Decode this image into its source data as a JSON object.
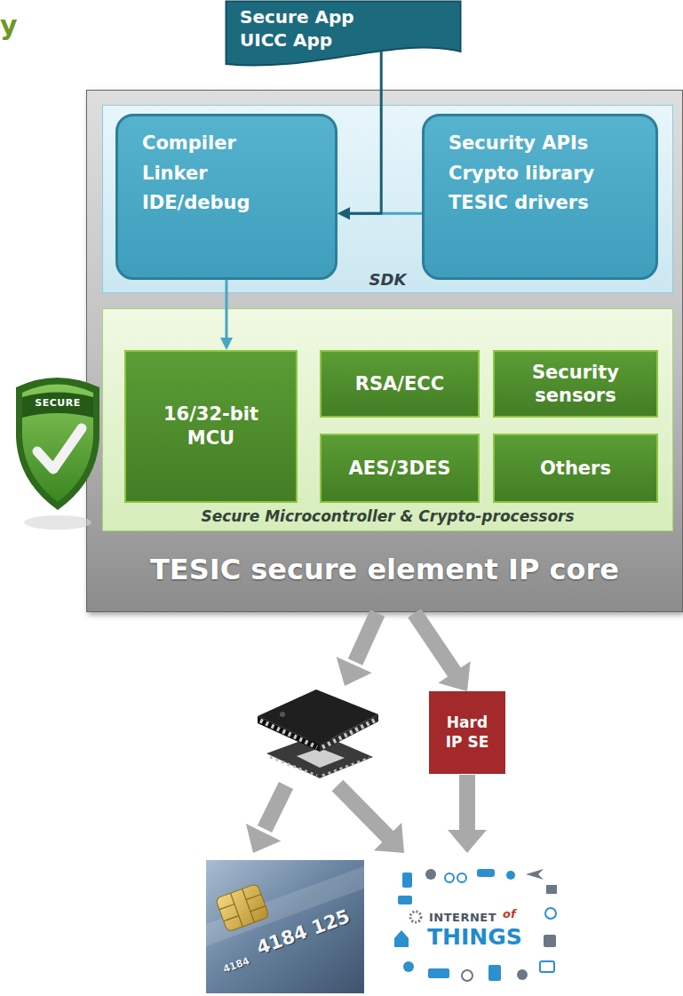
{
  "diagram": {
    "nodes": [
      {
        "text": [
          "Secure App UICC App"
        ]
      },
      {
        "text": [
          "TESIC secure element IP core"
        ]
      },
      {
        "text": [
          "SDK"
        ],
        "in": 1
      },
      {
        "text": [
          "Compiler Linker IDE/debug"
        ],
        "in": 2
      },
      {
        "text": [
          "Security APIs Crypto library TESIC drivers"
        ],
        "in": 2
      },
      {
        "text": [
          "Secure Microcontroller & Crypto-processors"
        ],
        "in": 1
      },
      {
        "text": [
          "16/32-bit MCU"
        ],
        "in": 5
      },
      {
        "text": [
          "RSA/ECC"
        ],
        "in": 5
      },
      {
        "text": [
          "Security sensors"
        ],
        "in": 5
      },
      {
        "text": [
          "AES/3DES"
        ],
        "in": 5
      },
      {
        "text": [
          "Others"
        ],
        "in": 5
      },
      {
        "text": [
          "Hard IP SE"
        ]
      }
    ],
    "edges": [
      {
        "from": 0,
        "to": 3,
        "arrow": "to"
      },
      {
        "from": 4,
        "to": 3,
        "arrow": "to"
      },
      {
        "from": 3,
        "to": 6,
        "arrow": "to"
      },
      {
        "from": 1,
        "to": 11,
        "arrow": "to"
      }
    ],
    "labels": [
      "y",
      "SECURE",
      "4184 125",
      "4184",
      "INTERNET",
      "of",
      "THINGS"
    ]
  }
}
